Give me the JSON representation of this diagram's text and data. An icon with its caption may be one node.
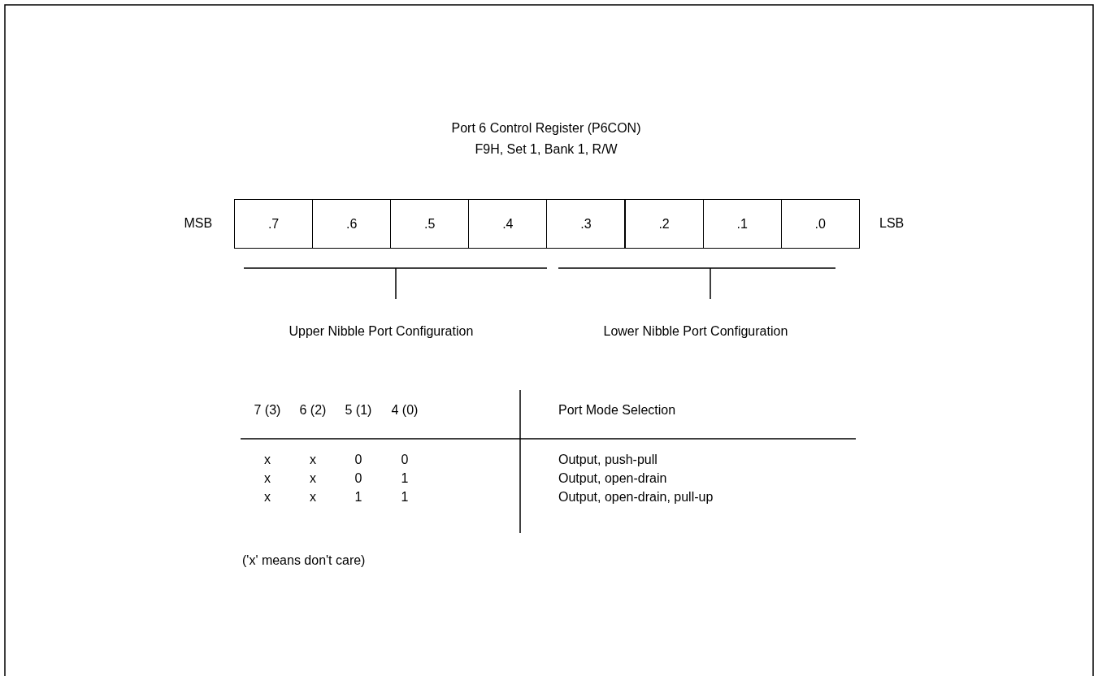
{
  "diagram": {
    "title": "Port 6 Control Register (P6CON)",
    "nodes": [
      {
        "text": [
          ".7"
        ]
      },
      {
        "text": [
          ".6"
        ]
      },
      {
        "text": [
          ".5"
        ]
      },
      {
        "text": [
          ".4"
        ]
      },
      {
        "text": [
          ".3"
        ]
      },
      {
        "text": [
          ".2"
        ]
      },
      {
        "text": [
          ".1"
        ]
      },
      {
        "text": [
          ".0"
        ]
      }
    ],
    "labels": [
      "F9H, Set 1, Bank 1, R/W",
      "MSB",
      "LSB",
      "Upper Nibble Port Configuration",
      "Lower Nibble Port Configuration",
      "7 (3)",
      "6 (2)",
      "5 (1)",
      "4 (0)",
      "Port Mode Selection",
      "x",
      "x",
      "0",
      "0",
      "Output, push-pull",
      "x",
      "x",
      "0",
      "1",
      "Output, open-drain",
      "x",
      "x",
      "1",
      "1",
      "Output, open-drain, pull-up",
      "('x' means don't care)"
    ]
  }
}
